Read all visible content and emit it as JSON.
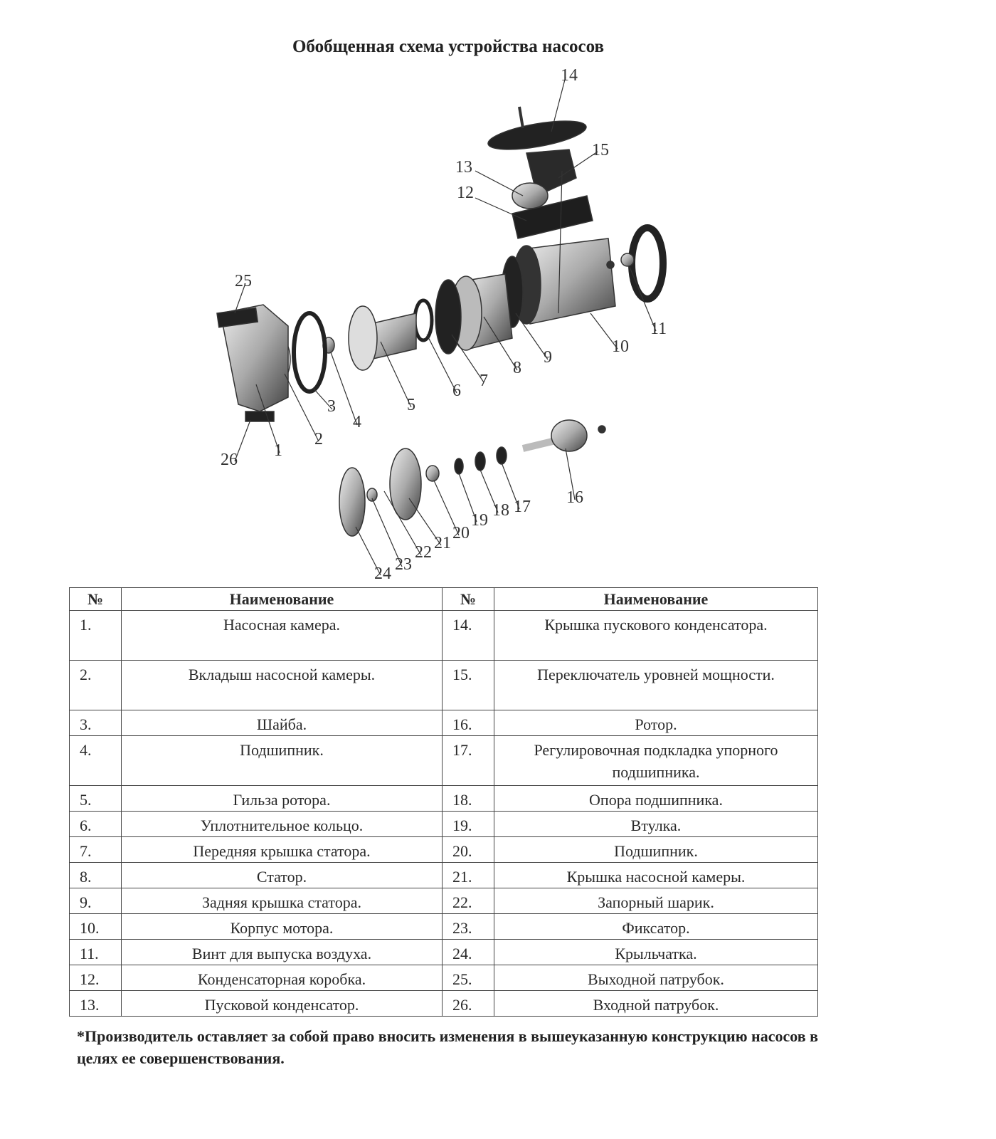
{
  "title": "Обобщенная схема устройства насосов",
  "diagram": {
    "labels": [
      "1",
      "2",
      "3",
      "4",
      "5",
      "6",
      "7",
      "8",
      "9",
      "10",
      "11",
      "12",
      "13",
      "14",
      "15",
      "16",
      "17",
      "18",
      "19",
      "20",
      "21",
      "22",
      "23",
      "24",
      "25",
      "26"
    ]
  },
  "table": {
    "headers": [
      "№",
      "Наименование",
      "№",
      "Наименование"
    ],
    "rows": [
      {
        "n1": "1.",
        "name1": "Насосная камера.",
        "n2": "14.",
        "name2": "Крышка пускового конденсатора."
      },
      {
        "n1": "2.",
        "name1": "Вкладыш насосной камеры.",
        "n2": "15.",
        "name2": "Переключатель уровней мощности."
      },
      {
        "n1": "3.",
        "name1": "Шайба.",
        "n2": "16.",
        "name2": "Ротор."
      },
      {
        "n1": "4.",
        "name1": "Подшипник.",
        "n2": "17.",
        "name2": "Регулировочная подкладка упорного подшипника."
      },
      {
        "n1": "5.",
        "name1": "Гильза ротора.",
        "n2": "18.",
        "name2": "Опора подшипника."
      },
      {
        "n1": "6.",
        "name1": "Уплотнительное кольцо.",
        "n2": "19.",
        "name2": "Втулка."
      },
      {
        "n1": "7.",
        "name1": "Передняя крышка статора.",
        "n2": "20.",
        "name2": "Подшипник."
      },
      {
        "n1": "8.",
        "name1": "Статор.",
        "n2": "21.",
        "name2": "Крышка насосной камеры."
      },
      {
        "n1": "9.",
        "name1": "Задняя крышка статора.",
        "n2": "22.",
        "name2": "Запорный шарик."
      },
      {
        "n1": "10.",
        "name1": "Корпус мотора.",
        "n2": "23.",
        "name2": "Фиксатор."
      },
      {
        "n1": "11.",
        "name1": "Винт для выпуска воздуха.",
        "n2": "24.",
        "name2": "Крыльчатка."
      },
      {
        "n1": "12.",
        "name1": "Конденсаторная коробка.",
        "n2": "25.",
        "name2": "Выходной патрубок."
      },
      {
        "n1": "13.",
        "name1": "Пусковой конденсатор.",
        "n2": "26.",
        "name2": "Входной патрубок."
      }
    ]
  },
  "footnote": "*Производитель оставляет за собой право вносить изменения в вышеуказанную конструкцию насосов в целях ее совершенствования."
}
